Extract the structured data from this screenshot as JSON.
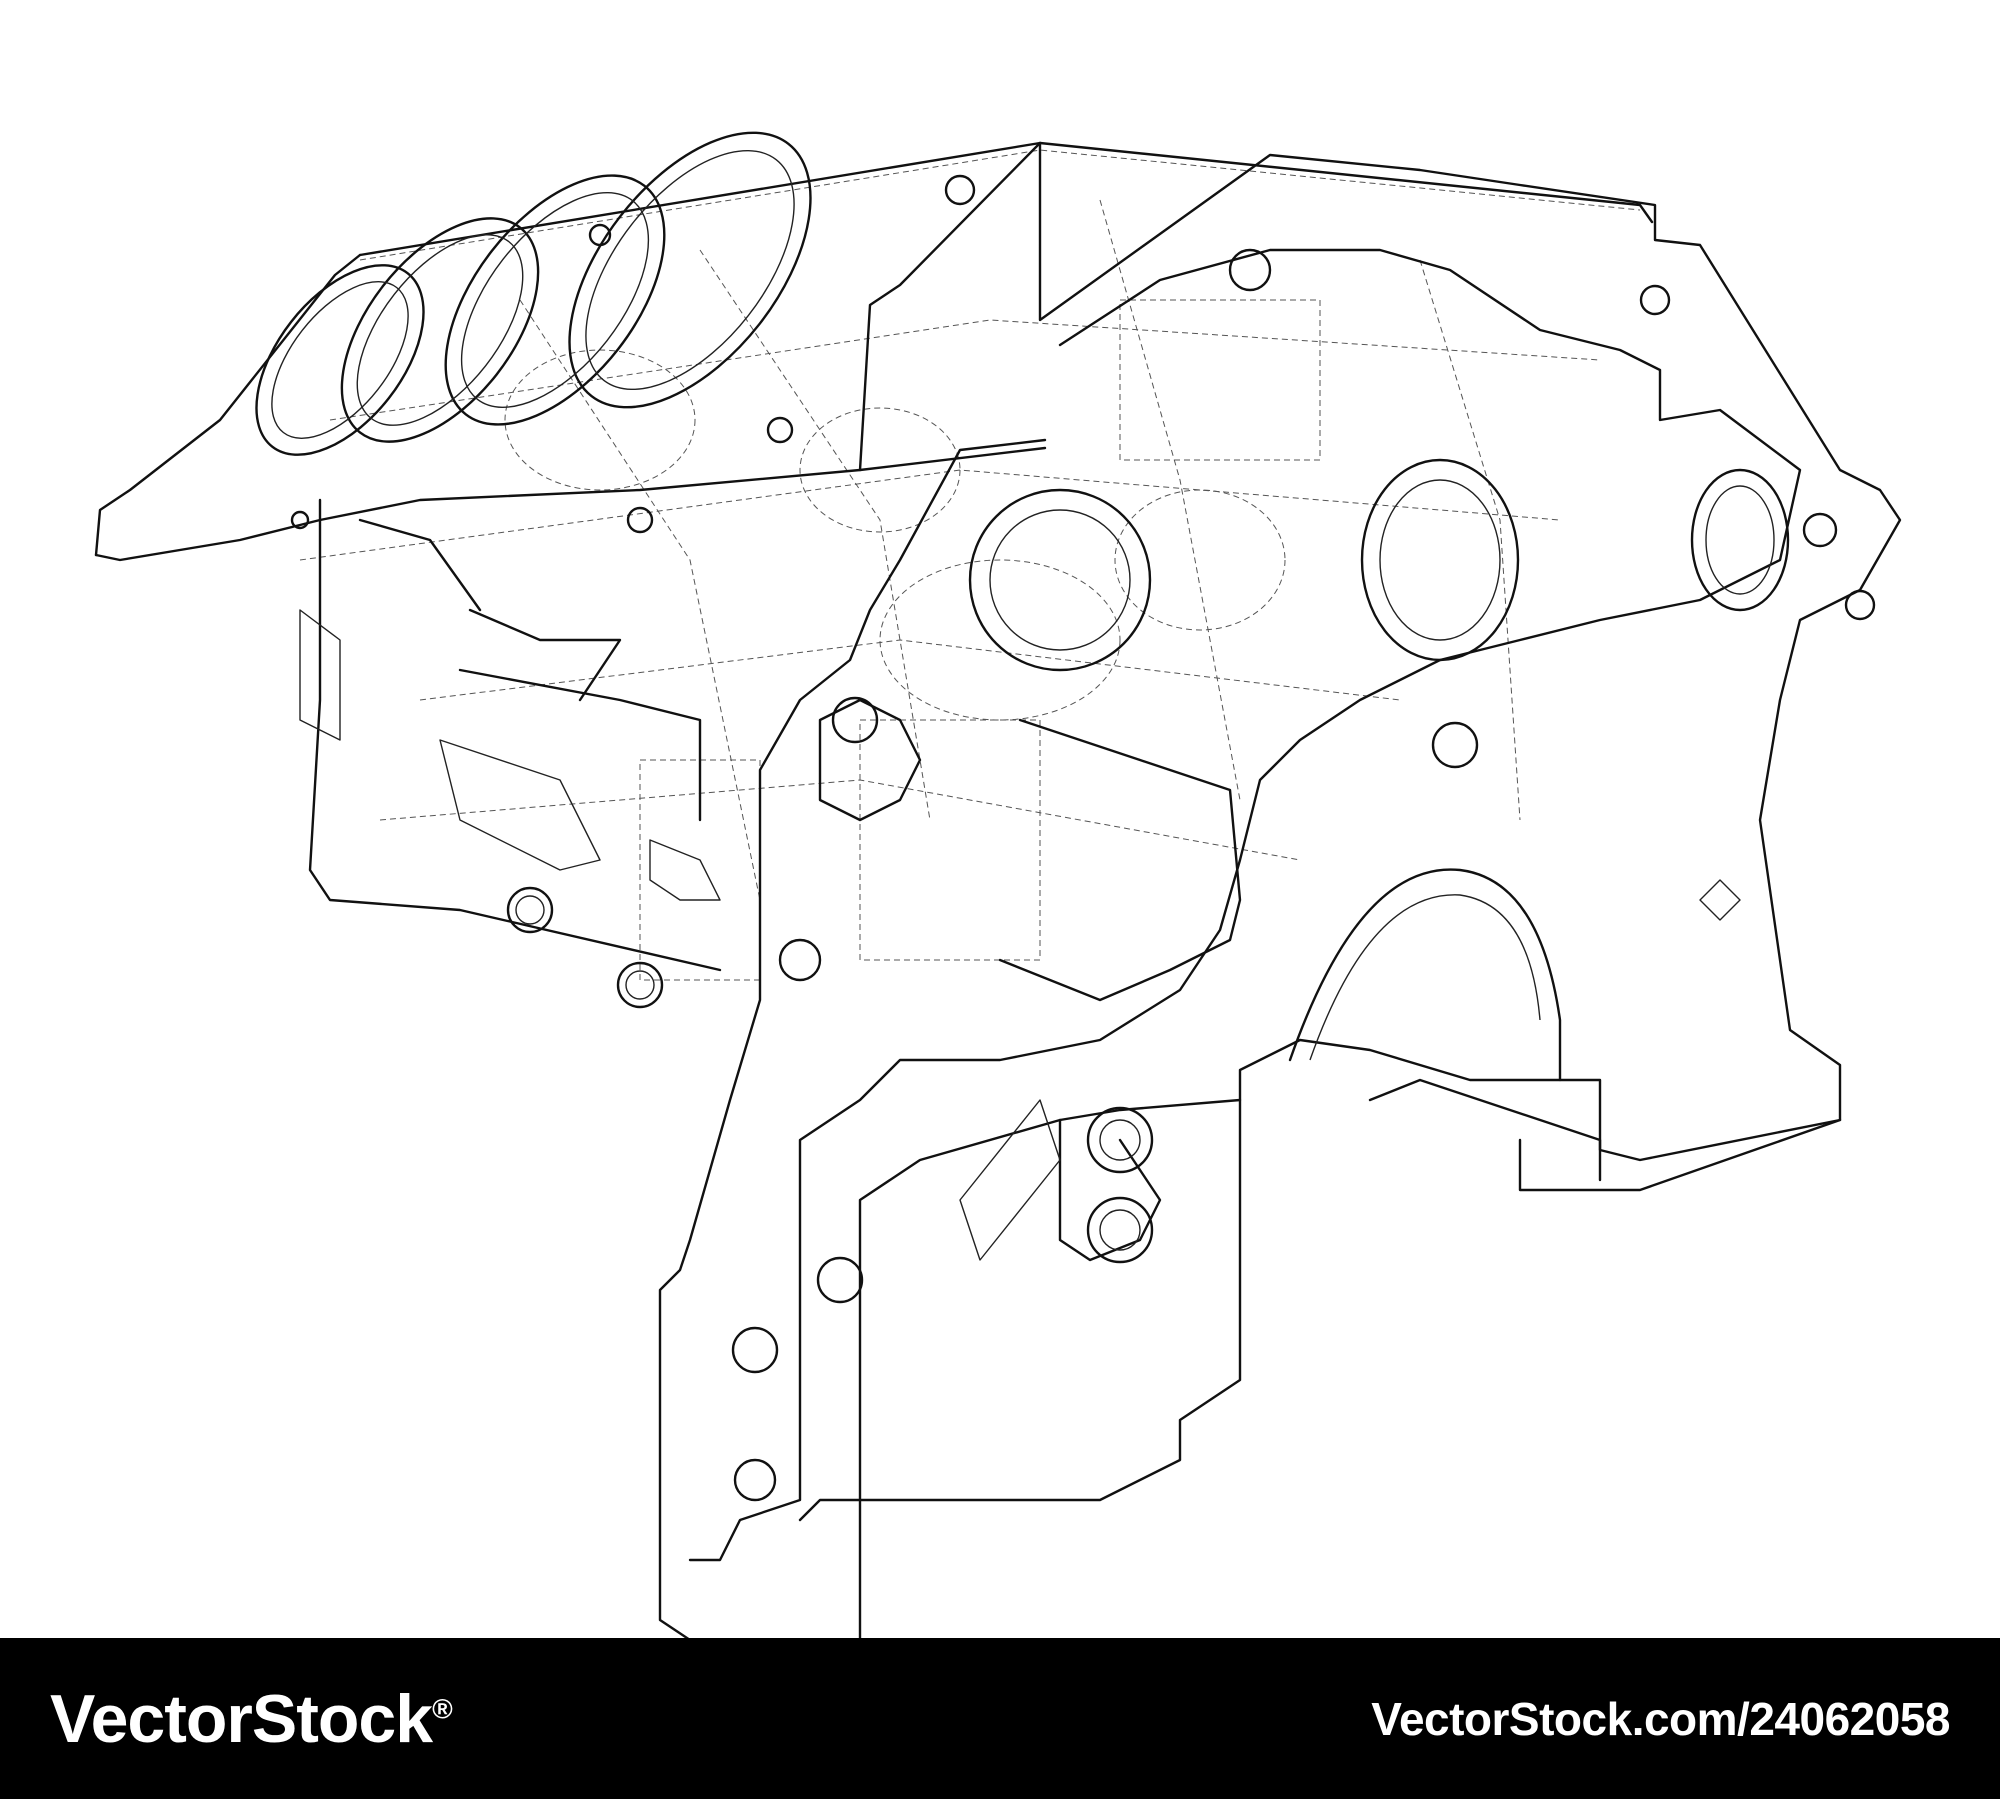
{
  "drawing": {
    "subject": "engine-block-wireframe",
    "line_color": "#111111",
    "background_color": "#ffffff"
  },
  "footer": {
    "background_color": "#000000",
    "text_color": "#ffffff",
    "brand": "VectorStock",
    "brand_suffix": "®",
    "image_id": "VectorStock.com/24062058"
  }
}
